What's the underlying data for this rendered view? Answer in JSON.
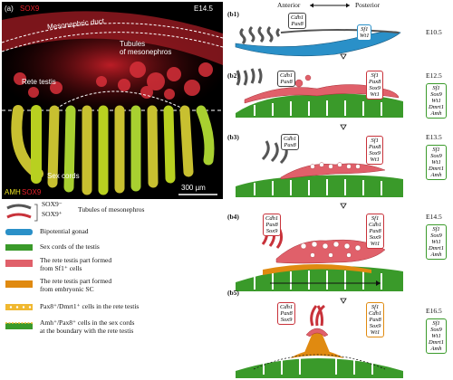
{
  "panel_a": {
    "label": "(a)",
    "stage": "E14.5",
    "marker_top": "SOX9",
    "mesonephric_duct": "Mesonephric duct",
    "tubules": "Tubules\nof mesonephros",
    "rete_testis": "Rete testis",
    "sex_cords": "Sex cords",
    "amh": "AMH",
    "sox9": "SOX9",
    "scale": "300 µm"
  },
  "axis": {
    "anterior": "Anterior",
    "posterior": "Posterior"
  },
  "panels": [
    {
      "label": "(b1)",
      "stage": "E10.5"
    },
    {
      "label": "(b2)",
      "stage": "E12.5"
    },
    {
      "label": "(b3)",
      "stage": "E13.5"
    },
    {
      "label": "(b4)",
      "stage": "E14.5"
    },
    {
      "label": "(b5)",
      "stage": "E16.5"
    }
  ],
  "gene_boxes": {
    "b1_black": [
      "Cdh1",
      "Pax8"
    ],
    "b1_blue": [
      "Sf1",
      "Wt1"
    ],
    "b2_black": [
      "Cdh1",
      "Pax8"
    ],
    "b2_red": [
      "Sf1",
      "Pax8",
      "Sox9",
      "Wt1"
    ],
    "b2_green": [
      "Sf1",
      "Sox9",
      "Wt1",
      "Dmrt1",
      "Amh"
    ],
    "b3_black": [
      "Cdh1",
      "Pax8"
    ],
    "b3_red": [
      "Sf1",
      "Pax8",
      "Sox9",
      "Wt1"
    ],
    "b3_green": [
      "Sf1",
      "Sox9",
      "Wt1",
      "Dmrt1",
      "Amh"
    ],
    "b4_left": [
      "Cdh1",
      "Pax8",
      "Sox9"
    ],
    "b4_red": [
      "Sf1",
      "Cdh1",
      "Pax8",
      "Sox9",
      "Wt1"
    ],
    "b4_green": [
      "Sf1",
      "Sox9",
      "Wt1",
      "Dmrt1",
      "Amh"
    ],
    "b5_left": [
      "Cdh1",
      "Pax8",
      "Sox9"
    ],
    "b5_red": [
      "Sf1",
      "Cdh1",
      "Pax8",
      "Sox9",
      "Wt1"
    ],
    "b5_green": [
      "Sf1",
      "Sox9",
      "Wt1",
      "Dmrt1",
      "Amh"
    ]
  },
  "legend": {
    "sox9_neg": "SOX9⁻",
    "sox9_pos": "SOX9⁺",
    "tubules": "Tubules of mesonephros",
    "gonad": "Bipotential gonad",
    "sex_cords": "Sex cords of the testis",
    "rete_sf1_a": "The rete testis part formed",
    "rete_sf1_b": "from Sf1⁺ cells",
    "rete_sc_a": "The rete testis part formed",
    "rete_sc_b": "from embryonic SC",
    "pax8_dmrt1": "Pax8⁺/Dmrt1⁺ cells in the rete testis",
    "amh_pax8_a": "Amh⁺/Pax8⁺ cells in the sex cords",
    "amh_pax8_b": "at the boundary with the rete testis"
  },
  "colors": {
    "blue": "#2a90c8",
    "red": "#e0606a",
    "green": "#3a9a2a",
    "orange": "#e08a10",
    "grey": "#555555"
  }
}
